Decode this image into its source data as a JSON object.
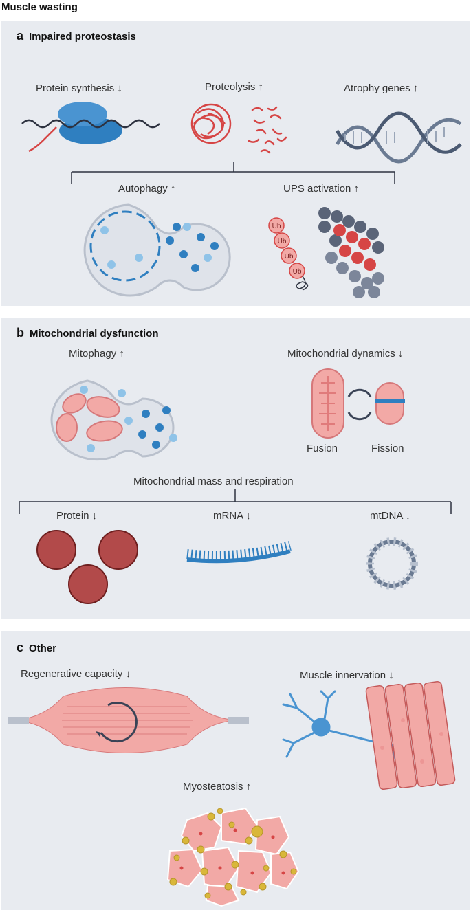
{
  "title": "Muscle wasting",
  "panels": {
    "a": {
      "letter": "a",
      "heading": "Impaired proteostasis",
      "labels": {
        "protein_synthesis": "Protein synthesis ↓",
        "proteolysis": "Proteolysis ↑",
        "atrophy_genes": "Atrophy genes ↑",
        "autophagy": "Autophagy ↑",
        "ups_activation": "UPS activation ↑"
      },
      "ub_tags": [
        "Ub",
        "Ub",
        "Ub",
        "Ub"
      ]
    },
    "b": {
      "letter": "b",
      "heading": "Mitochondrial dysfunction",
      "labels": {
        "mitophagy": "Mitophagy ↑",
        "dynamics": "Mitochondrial dynamics ↓",
        "fusion": "Fusion",
        "fission": "Fission",
        "mass_respiration": "Mitochondrial mass and respiration",
        "protein": "Protein ↓",
        "mrna": "mRNA ↓",
        "mtdna": "mtDNA ↓"
      }
    },
    "c": {
      "letter": "c",
      "heading": "Other",
      "labels": {
        "regenerative": "Regenerative capacity ↓",
        "innervation": "Muscle innervation ↓",
        "myosteatosis": "Myosteatosis ↑"
      }
    }
  },
  "colors": {
    "panel_bg": "#e8ebf0",
    "blue": "#2f7fc0",
    "light_blue": "#8fc3e8",
    "red": "#d64545",
    "pink": "#f2a9a6",
    "dark_red": "#8e2a2a",
    "grey_blue": "#5a6478",
    "fat_yellow": "#d9b73a"
  }
}
